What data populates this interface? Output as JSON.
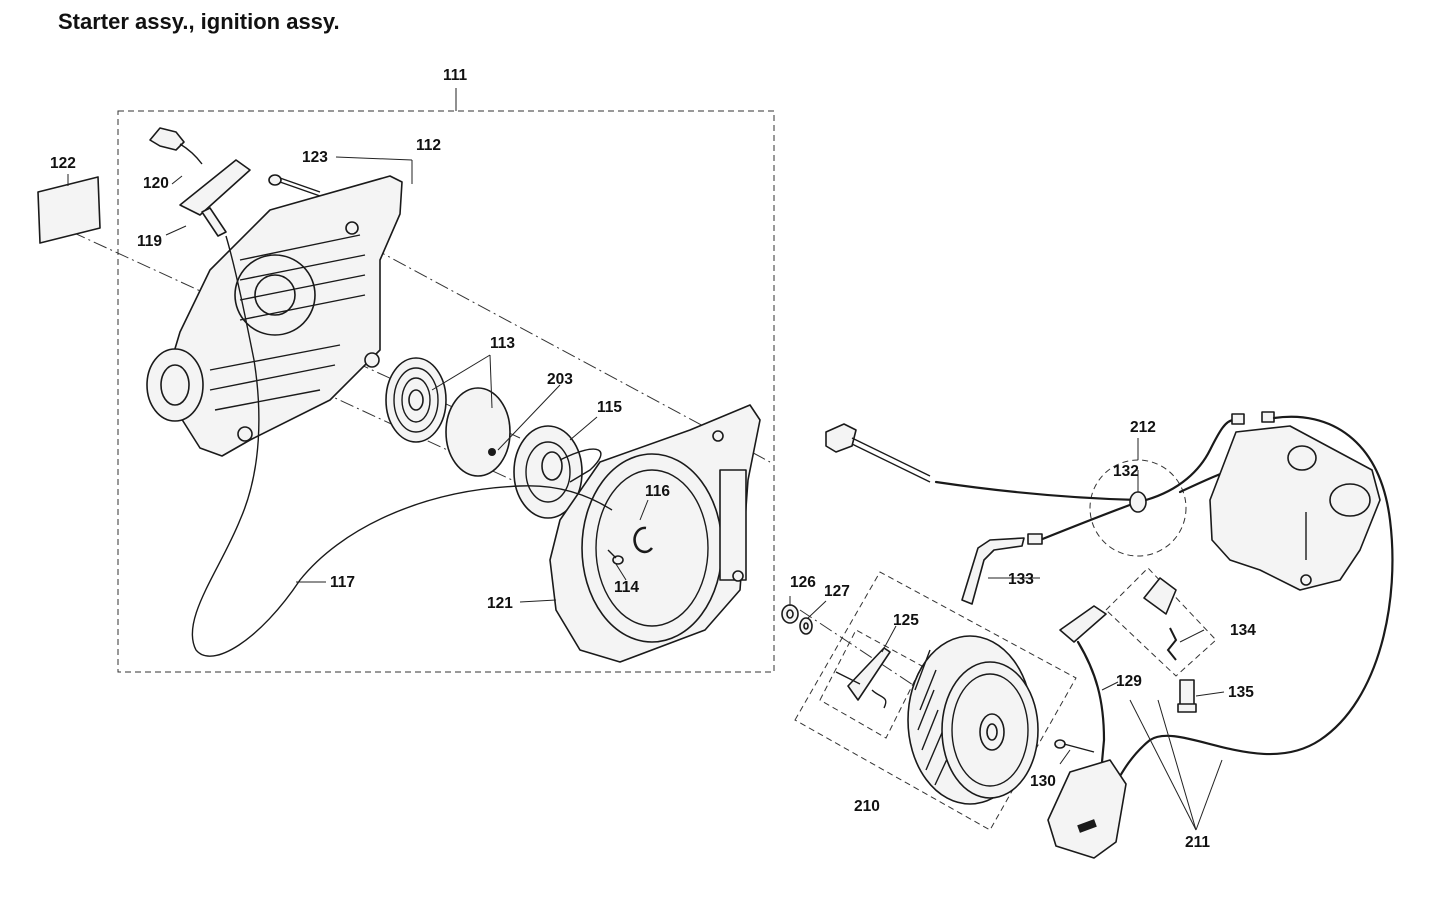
{
  "title": "Starter assy., ignition assy.",
  "labels": {
    "p111": "111",
    "p112": "112",
    "p113": "113",
    "p114": "114",
    "p115": "115",
    "p116": "116",
    "p117": "117",
    "p119": "119",
    "p120": "120",
    "p121": "121",
    "p122": "122",
    "p123": "123",
    "p125": "125",
    "p126": "126",
    "p127": "127",
    "p129": "129",
    "p130": "130",
    "p132": "132",
    "p133": "133",
    "p134": "134",
    "p135": "135",
    "p203": "203",
    "p210": "210",
    "p211": "211",
    "p212": "212"
  }
}
